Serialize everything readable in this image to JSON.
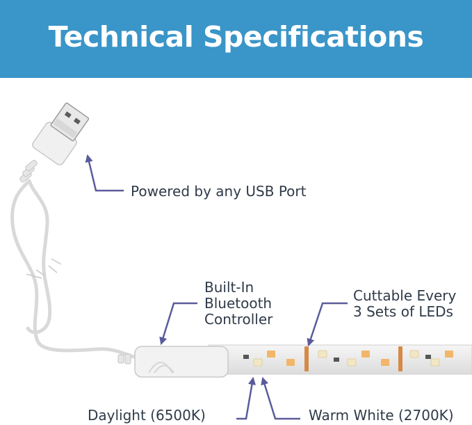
{
  "header": {
    "title": "Technical Specifications",
    "background": "#3a95c8"
  },
  "callouts": {
    "usb": "Powered by any USB Port",
    "controller": [
      "Built-In",
      "Bluetooth",
      "Controller"
    ],
    "cuttable": [
      "Cuttable Every",
      "3 Sets of LEDs"
    ],
    "daylight": "Daylight (6500K)",
    "warm_white": "Warm White (2700K)"
  },
  "colors": {
    "arrow": "#5b5b9c",
    "text": "#2f3a48",
    "led_warm": "#f2b66a",
    "led_daylight": "#f3e6c2"
  },
  "icons": [
    "usb-plug-icon",
    "cable-icon",
    "controller-icon",
    "led-strip-icon",
    "callout-arrow-icon"
  ]
}
